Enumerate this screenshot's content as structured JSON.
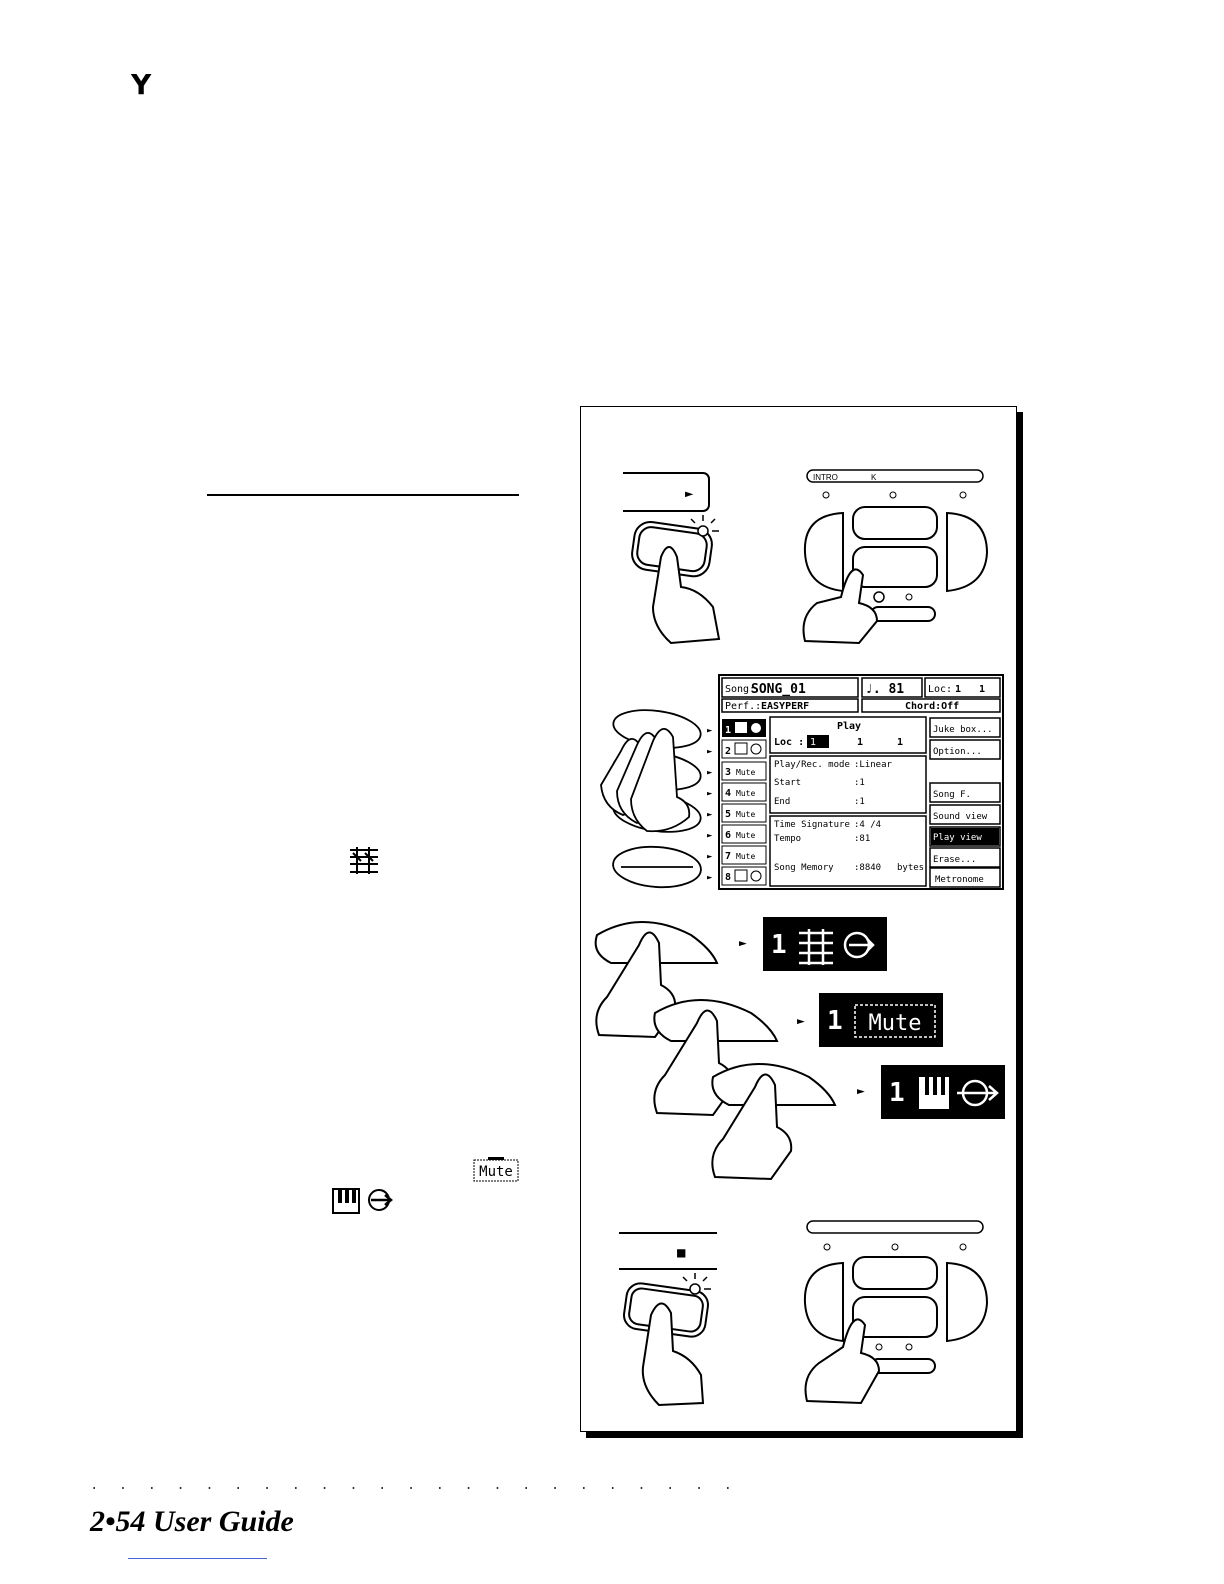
{
  "page": {
    "corner_mark": "Y",
    "footer_dots": ". . . . . . . . . . . . . . . . . . . . . . .",
    "footer_title": "2•54  User Guide",
    "inline_icons": {
      "mute_label": "Mute"
    }
  },
  "figure": {
    "panel_top_left": {
      "play_symbol": "►"
    },
    "panel_top_right": {
      "intro_label": "INTRO",
      "k_label": "K"
    },
    "display": {
      "song_label": "Song:",
      "song_name": "SONG_01",
      "tempo_value": "♩. 81",
      "loc_label": "Loc:",
      "loc_values": [
        "1",
        "1"
      ],
      "perf_label": "Perf.:",
      "perf_name": "EASYPERF",
      "chord": "Chord:Off",
      "play_title": "Play",
      "play_loc_label": "Loc :",
      "play_loc_values": [
        "1",
        "1",
        "1"
      ],
      "rows": [
        {
          "label": "Play/Rec. mode",
          "value": ":Linear"
        },
        {
          "label": "Start",
          "value": ":1"
        },
        {
          "label": "End",
          "value": ":1"
        }
      ],
      "time_sig_label": "Time Signature",
      "time_sig_value": ":4  /4",
      "tempo_label": "Tempo",
      "tempo_row_value": ":81",
      "memory_label": "Song Memory",
      "memory_value": ":8840",
      "memory_unit": "bytes",
      "menu": [
        "Juke box...",
        "Option...",
        "Song F.",
        "Sound view",
        "Play view",
        "Erase...",
        "Metronome"
      ],
      "track_numbers": [
        "1",
        "2",
        "3",
        "4",
        "5",
        "6",
        "7",
        "8"
      ],
      "track_states": [
        "",
        "",
        "Mute",
        "Mute",
        "Mute",
        "Mute",
        "Mute",
        ""
      ]
    },
    "callouts": [
      {
        "number": "1",
        "state": ""
      },
      {
        "number": "1",
        "state": "Mute"
      },
      {
        "number": "1",
        "state": ""
      }
    ],
    "panel_bottom_left": {
      "stop_symbol": "■"
    }
  }
}
